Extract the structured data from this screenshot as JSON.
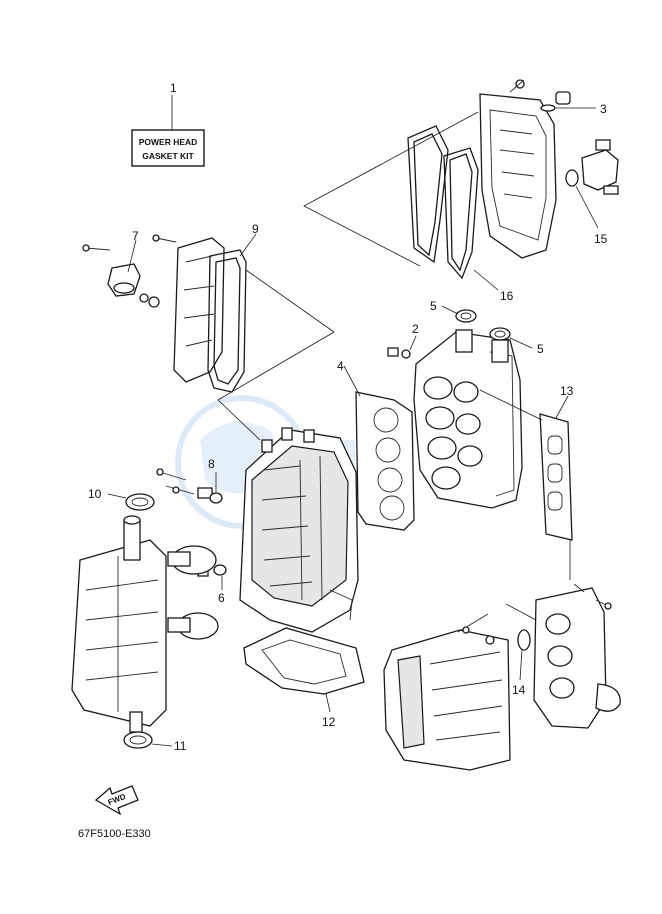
{
  "kit_label": {
    "line1": "POWER HEAD",
    "line2": "GASKET KIT"
  },
  "callouts": {
    "c1": "1",
    "c2": "2",
    "c3": "3",
    "c4": "4",
    "c5a": "5",
    "c5b": "5",
    "c6": "6",
    "c7": "7",
    "c8": "8",
    "c9": "9",
    "c10": "10",
    "c11": "11",
    "c12": "12",
    "c13": "13",
    "c14": "14",
    "c15": "15",
    "c16": "16"
  },
  "direction_label": "FWD",
  "diagram_code": "67F5100-E330",
  "colors": {
    "line": "#1a1a1a",
    "watermark": "#9cc3e6"
  }
}
